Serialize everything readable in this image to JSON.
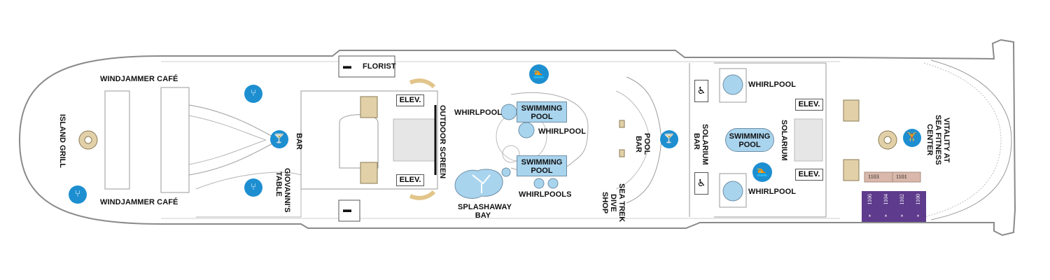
{
  "labels": {
    "florist": "FLORIST",
    "windjammer_top": "WINDJAMMER CAFÉ",
    "windjammer_bottom": "WINDJAMMER CAFÉ",
    "island_grill": "ISLAND GRILL",
    "bar": "BAR",
    "giovannis_table": "GIOVANNI'S TABLE",
    "elev_fwd_top": "ELEV.",
    "elev_fwd_bottom": "ELEV.",
    "outdoor_screen": "OUTDOOR SCREEN",
    "whirlpool_left": "WHIRLPOOL",
    "swimming_pool_top": "SWIMMING POOL",
    "whirlpool_mid": "WHIRLPOOL",
    "swimming_pool_mid": "SWIMMING POOL",
    "whirlpools": "WHIRLPOOLS",
    "splashaway_bay": "SPLASHAWAY BAY",
    "pool_bar": "POOL BAR",
    "sea_trek": "SEA TREK DIVE SHOP",
    "solarium_bar": "SOLARIUM BAR",
    "solarium_pool": "SWIMMING POOL",
    "whirlpool_solarium_top": "WHIRLPOOL",
    "whirlpool_solarium_bottom": "WHIRLPOOL",
    "solarium": "SOLARIUM",
    "elev_aft_top": "ELEV.",
    "elev_aft_bottom": "ELEV.",
    "vitality": "VITALITY AT SEA FITNESS CENTER"
  },
  "cabins": {
    "c1103": "1103",
    "c1101": "1101"
  },
  "suites": [
    {
      "number": "1106",
      "mark": "*"
    },
    {
      "number": "1104",
      "mark": "*"
    },
    {
      "number": "1102",
      "mark": "*"
    },
    {
      "number": "1100",
      "mark": "*"
    }
  ],
  "icons": {
    "dining": "dining-icon",
    "bar": "cocktail-icon",
    "pool": "swimming-icon",
    "fitness": "fitness-icon",
    "restroom": "restroom-icon"
  },
  "colors": {
    "hull": "#8a8a8a",
    "pool": "#a9d4ee",
    "icon": "#1d8fd1",
    "suite": "#5e3b8c",
    "cabin": "#d9b8ab",
    "stairs": "#e2d1a8"
  }
}
